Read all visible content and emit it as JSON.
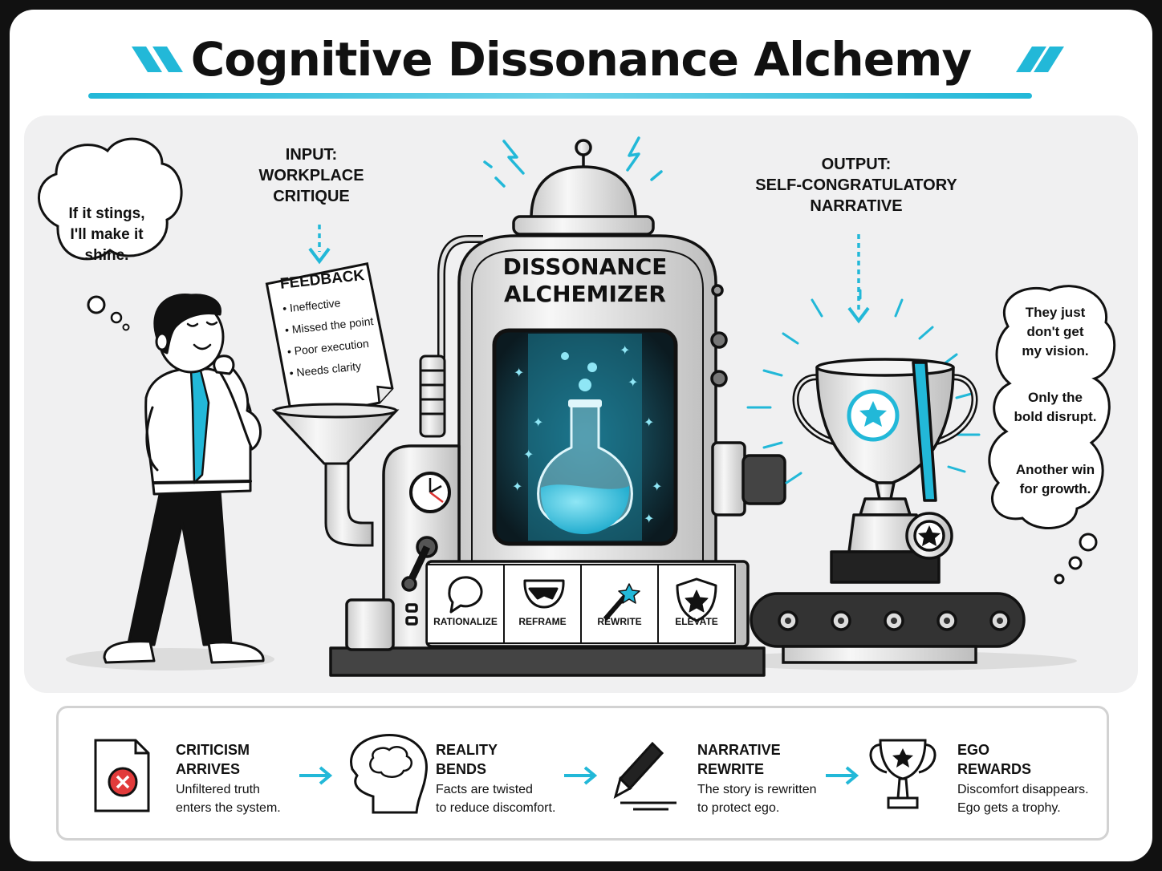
{
  "title": "Cognitive Dissonance Alchemy",
  "colors": {
    "accent": "#22b8d8",
    "ink": "#111111",
    "panel": "#f0f0f1"
  },
  "thought_left": [
    "If it stings,",
    "I'll make it",
    "shine."
  ],
  "input_label": [
    "INPUT:",
    "WORKPLACE",
    "CRITIQUE"
  ],
  "output_label": [
    "OUTPUT:",
    "SELF-CONGRATULATORY",
    "NARRATIVE"
  ],
  "feedback": {
    "heading": "FEEDBACK",
    "items": [
      "• Ineffective",
      "• Missed the point",
      "• Poor execution",
      "• Needs clarity"
    ]
  },
  "machine": {
    "name": [
      "DISSONANCE",
      "ALCHEMIZER"
    ],
    "modes": [
      "RATIONALIZE",
      "REFRAME",
      "REWRITE",
      "ELEVATE"
    ]
  },
  "thoughts_right": [
    [
      "They just",
      "don't get",
      "my vision."
    ],
    [
      "Only the",
      "bold disrupt."
    ],
    [
      "Another win",
      "for growth."
    ]
  ],
  "steps": [
    {
      "title": [
        "CRITICISM",
        "ARRIVES"
      ],
      "desc": [
        "Unfiltered truth",
        "enters the system."
      ],
      "icon": "document-x-icon"
    },
    {
      "title": [
        "REALITY",
        "BENDS"
      ],
      "desc": [
        "Facts are twisted",
        "to reduce discomfort."
      ],
      "icon": "brain-head-icon"
    },
    {
      "title": [
        "NARRATIVE",
        "REWRITE"
      ],
      "desc": [
        "The story is rewritten",
        "to protect ego."
      ],
      "icon": "pen-icon"
    },
    {
      "title": [
        "EGO",
        "REWARDS"
      ],
      "desc": [
        "Discomfort disappears.",
        "Ego gets a trophy."
      ],
      "icon": "trophy-icon"
    }
  ]
}
